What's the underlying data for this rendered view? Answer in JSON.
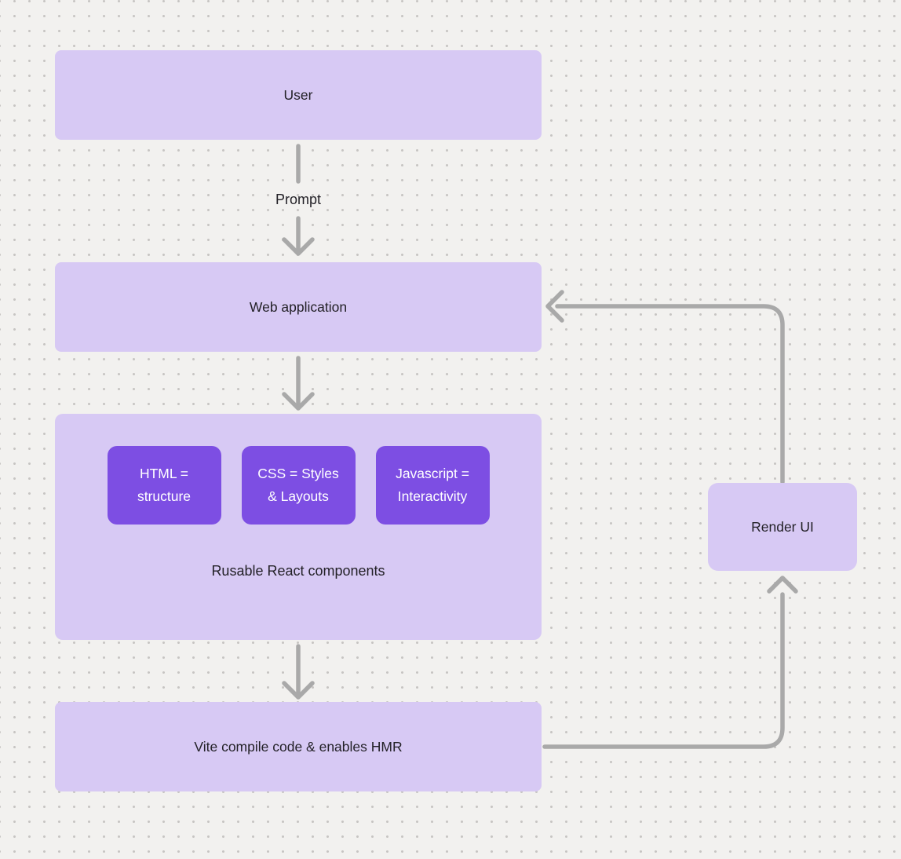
{
  "diagram": {
    "nodes": {
      "user": {
        "label": "User"
      },
      "web_application": {
        "label": "Web application"
      },
      "components_group": {
        "caption": "Rusable React components",
        "items": [
          {
            "label": "HTML =\nstructure"
          },
          {
            "label": "CSS = Styles\n& Layouts"
          },
          {
            "label": "Javascript =\nInteractivity"
          }
        ]
      },
      "vite": {
        "label": "Vite compile code & enables HMR"
      },
      "render_ui": {
        "label": "Render UI"
      }
    },
    "edge_labels": {
      "prompt": "Prompt"
    },
    "colors": {
      "background": "#f2f1ef",
      "grid_dot": "#c7c5c3",
      "node_light": "#d7c9f4",
      "node_dark": "#7d4ee3",
      "arrow": "#a9a9a9",
      "text_dark": "#232127",
      "text_light": "#ffffff"
    }
  }
}
